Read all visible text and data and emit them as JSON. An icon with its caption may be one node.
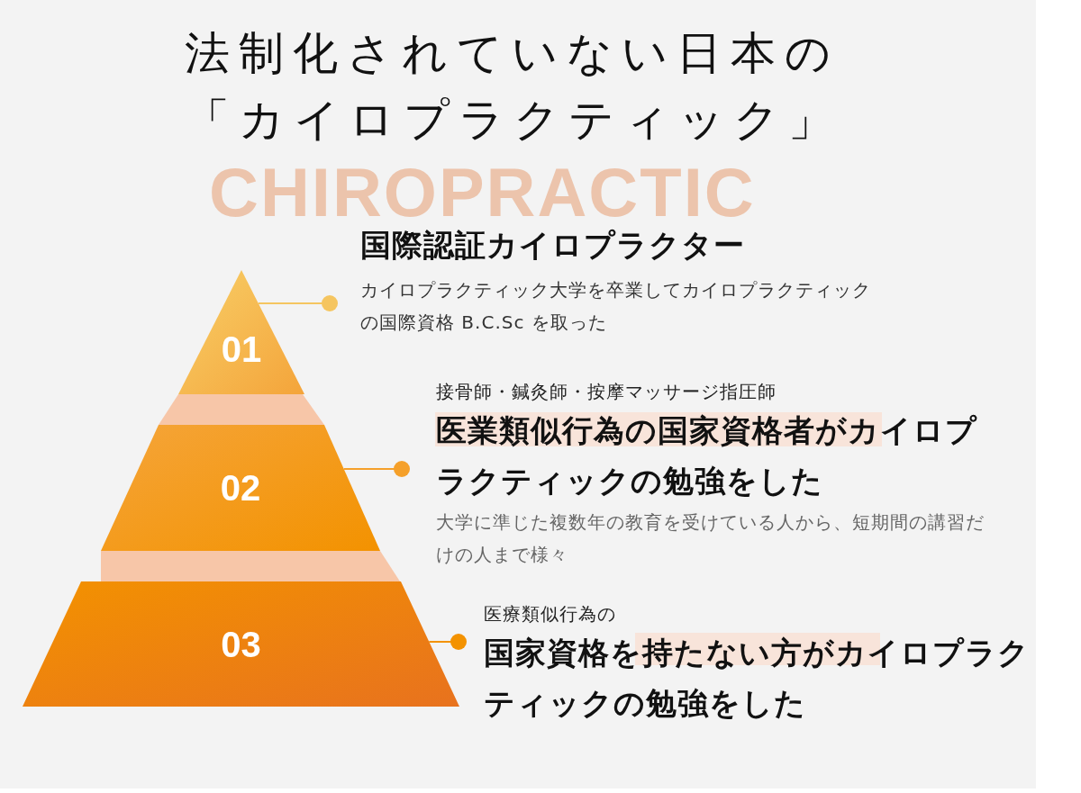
{
  "diagram": {
    "title": "法制化されていない日本の「カイロプラクティック」",
    "nodes": [
      {
        "text": [
          "01"
        ]
      },
      {
        "text": [
          "02"
        ]
      },
      {
        "text": [
          "03"
        ]
      },
      {
        "text": [
          "国際認証カイロプラクター",
          "カイロプラクティック大学を卒業してカイロプラクティックの国際資格 B.C.Sc を取った"
        ]
      },
      {
        "text": [
          "接骨師・鍼灸師・按摩マッサージ指圧師",
          "医業類似行為の国家資格者がカイロプラクティックの勉強をした",
          "大学に準じた複数年の教育を受けている人から、短期間の講習だけの人まで様々"
        ]
      },
      {
        "text": [
          "医療類似行為の",
          "国家資格を持たない方がカイロプラクティックの勉強をした"
        ]
      }
    ],
    "edges": [
      {
        "from": 0,
        "to": 3,
        "arrow": "other",
        "color": "#f5c560"
      },
      {
        "from": 1,
        "to": 4,
        "arrow": "other",
        "color": "#f5a02a"
      },
      {
        "from": 2,
        "to": 5,
        "arrow": "other",
        "color": "#f39200"
      }
    ],
    "labels": [
      "CHIROPRACTIC"
    ]
  }
}
